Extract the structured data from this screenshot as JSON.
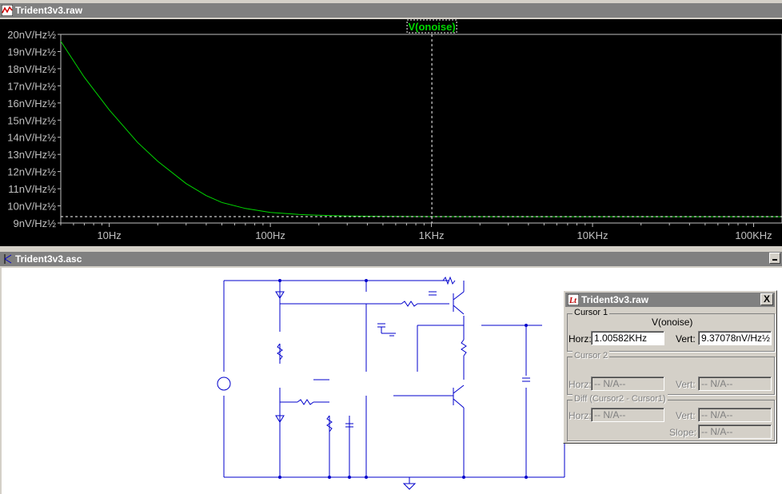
{
  "plot_window": {
    "title": "Trident3v3.raw",
    "trace_label": "V(onoise)",
    "trace_color": "#00d800"
  },
  "schematic_window": {
    "title": "Trident3v3.asc",
    "wire_color": "#0000cc"
  },
  "cursor_dialog": {
    "title": "Trident3v3.raw",
    "close_label": "X",
    "cursor1": {
      "group_label": "Cursor 1",
      "trace_name": "V(onoise)",
      "horz_label": "Horz:",
      "horz_value": "1.00582KHz",
      "vert_label": "Vert:",
      "vert_value": "9.37078nV/Hz½"
    },
    "cursor2": {
      "group_label": "Cursor 2",
      "horz_label": "Horz:",
      "horz_value": "-- N/A--",
      "vert_label": "Vert:",
      "vert_value": "-- N/A--"
    },
    "diff": {
      "group_label": "Diff (Cursor2 - Cursor1)",
      "horz_label": "Horz:",
      "horz_value": "-- N/A--",
      "vert_label": "Vert:",
      "vert_value": "-- N/A--",
      "slope_label": "Slope:",
      "slope_value": "-- N/A--"
    }
  },
  "chart_data": {
    "type": "line",
    "title": "V(onoise)",
    "xscale": "log",
    "xlim": [
      5,
      150000
    ],
    "ylim": [
      9,
      20
    ],
    "y_ticks": [
      "9nV/Hz½",
      "10nV/Hz½",
      "11nV/Hz½",
      "12nV/Hz½",
      "13nV/Hz½",
      "14nV/Hz½",
      "15nV/Hz½",
      "16nV/Hz½",
      "17nV/Hz½",
      "18nV/Hz½",
      "19nV/Hz½",
      "20nV/Hz½"
    ],
    "x_ticks": [
      {
        "value": 10,
        "label": "10Hz"
      },
      {
        "value": 100,
        "label": "100Hz"
      },
      {
        "value": 1000,
        "label": "1KHz"
      },
      {
        "value": 10000,
        "label": "10KHz"
      },
      {
        "value": 100000,
        "label": "100KHz"
      }
    ],
    "series": [
      {
        "name": "V(onoise)",
        "x": [
          5,
          7,
          10,
          15,
          20,
          30,
          40,
          50,
          70,
          100,
          150,
          200,
          300,
          500,
          1000,
          3000,
          10000,
          30000,
          100000,
          150000
        ],
        "y": [
          19.6,
          17.5,
          15.6,
          13.7,
          12.6,
          11.3,
          10.6,
          10.2,
          9.85,
          9.62,
          9.5,
          9.45,
          9.41,
          9.385,
          9.371,
          9.37,
          9.37,
          9.37,
          9.37,
          9.37
        ]
      }
    ],
    "cursor": {
      "x": 1005.82,
      "y": 9.37078
    },
    "grid": false
  }
}
